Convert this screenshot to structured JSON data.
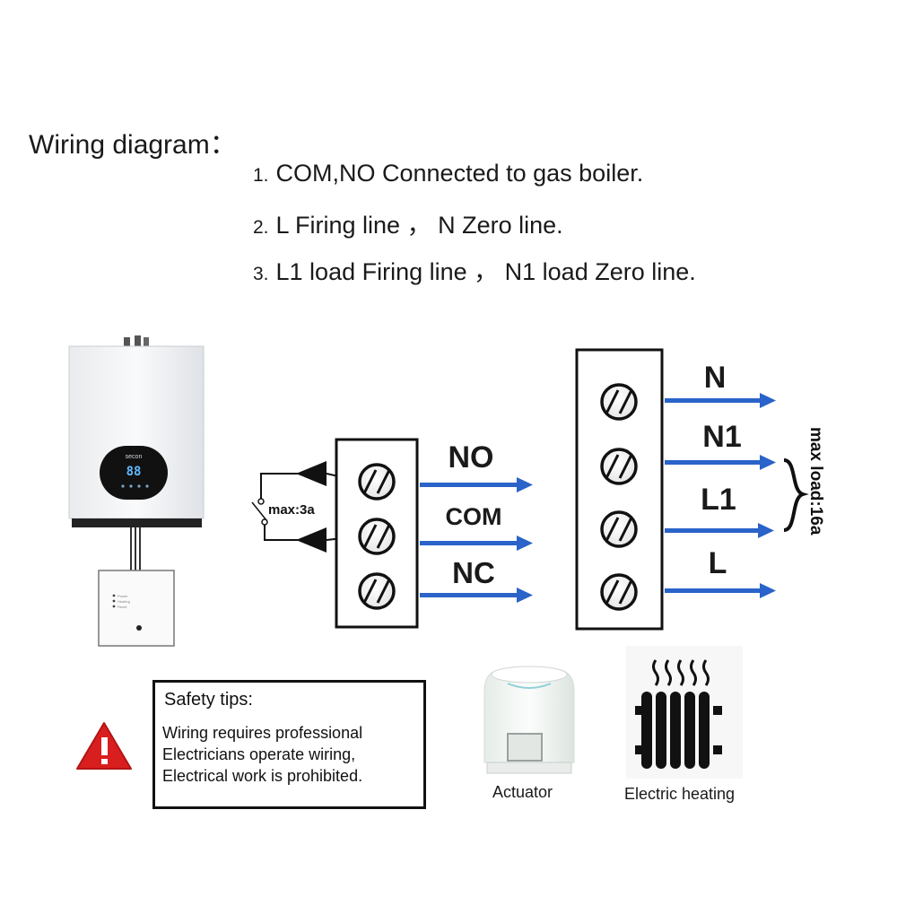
{
  "header": {
    "title": "Wiring diagram：",
    "steps": [
      {
        "num": "1.",
        "text": "COM,NO Connected to gas boiler."
      },
      {
        "num": "2.",
        "text": "L Firing line ， N Zero line."
      },
      {
        "num": "3.",
        "text": "L1 load Firing line ， N1 load Zero line."
      }
    ]
  },
  "boiler": {
    "brand": "secon",
    "display": "88",
    "thermostat_indicators": [
      "Power",
      "Heating",
      "Reset"
    ]
  },
  "relay": {
    "switch_label": "max:3a",
    "terminals": [
      "NO",
      "COM",
      "NC"
    ]
  },
  "power_block": {
    "terminals": [
      "N",
      "N1",
      "L1",
      "L"
    ],
    "load_label": "max load:16a"
  },
  "safety": {
    "title": "Safety tips:",
    "lines": [
      "Wiring requires professional",
      "Electricians operate wiring,",
      "Electrical work is prohibited."
    ]
  },
  "devices": {
    "actuator_label": "Actuator",
    "heating_label": "Electric heating"
  },
  "colors": {
    "wire_blue": "#2a63c9",
    "warning_red": "#d81e1e",
    "boiler_panel": "#111111",
    "display_digits": "#5fb9ff"
  }
}
